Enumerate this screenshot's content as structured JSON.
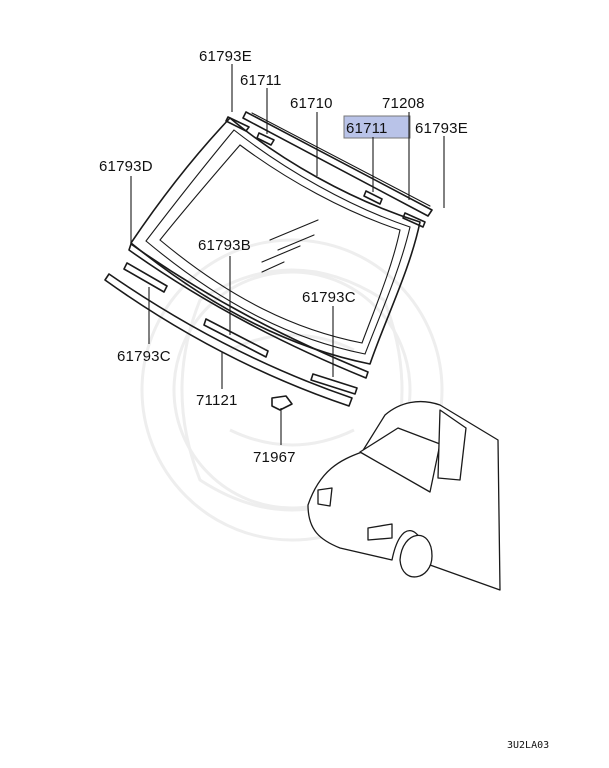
{
  "diagram": {
    "labels": {
      "p61793e_top": "61793E",
      "p61711_left": "61711",
      "p61710": "61710",
      "p71208": "71208",
      "p61711_highlight": "61711",
      "p61793e_right": "61793E",
      "p61793d": "61793D",
      "p61793b": "61793B",
      "p61793c_right": "61793C",
      "p61793c_left": "61793C",
      "p71121": "71121",
      "p71967": "71967"
    },
    "diagram_code": "3U2LA03",
    "highlight_color": "#b9c3e8"
  }
}
